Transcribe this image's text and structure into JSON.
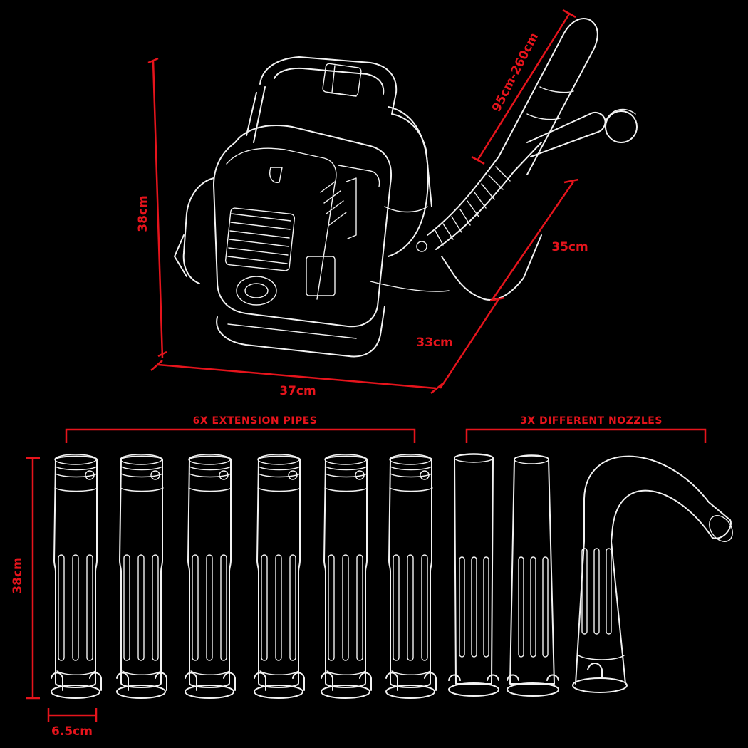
{
  "dimensions": {
    "height": "38cm",
    "width": "37cm",
    "depth": "33cm",
    "hose": "35cm",
    "tube_range": "95cm-260cm",
    "pipe_length": "38cm",
    "pipe_diameter": "6.5cm"
  },
  "groups": {
    "pipes": "6X  EXTENSION PIPES",
    "nozzles": "3X  DIFFERENT NOZZLES"
  },
  "colors": {
    "accent": "#e6141c",
    "line": "#f2f2f2",
    "background": "#000000"
  }
}
